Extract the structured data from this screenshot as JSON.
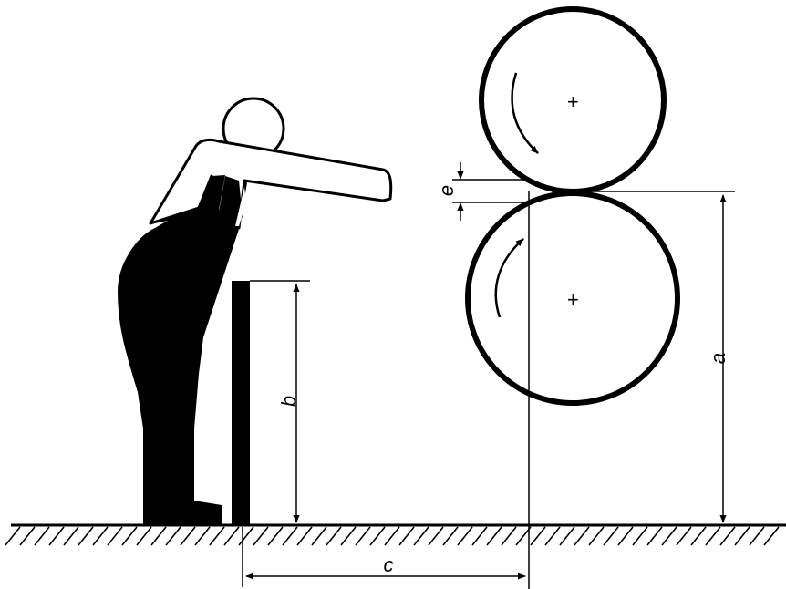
{
  "diagram": {
    "labels": {
      "a": "a",
      "b": "b",
      "c": "c",
      "e": "e"
    },
    "roller_center_marks": [
      "+",
      "+"
    ],
    "colors": {
      "ink": "#000000",
      "background": "#ffffff"
    },
    "icons": [
      "worker-figure-icon",
      "rotation-arrow-icon"
    ]
  }
}
